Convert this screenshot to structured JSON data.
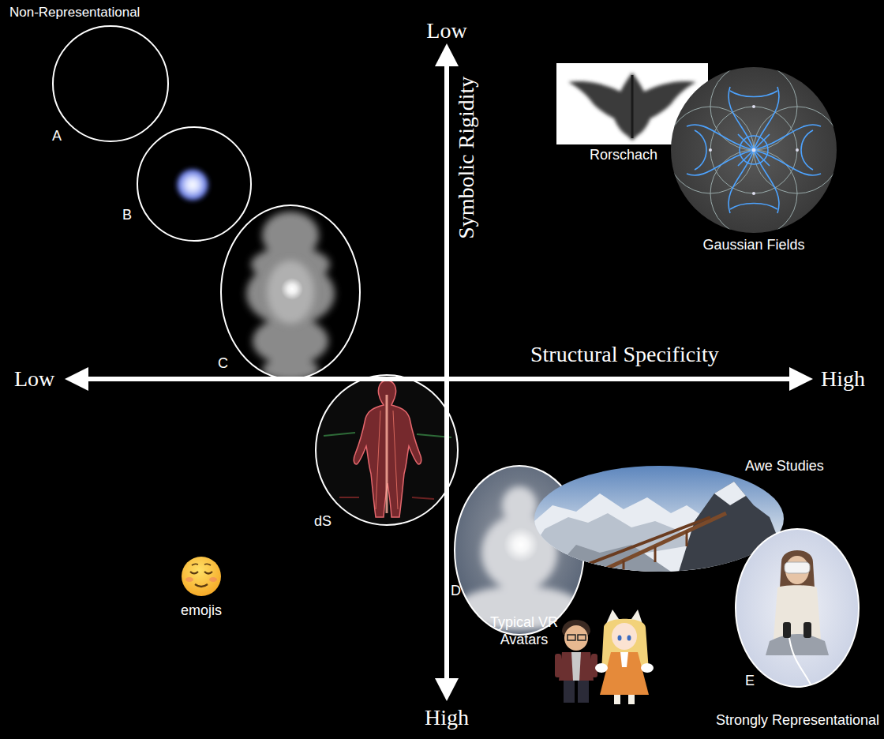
{
  "diagram": {
    "labels": [
      "Non-Representational",
      "Low",
      "Symbolic Rigidity",
      "Low",
      "Structural Specificity",
      "High",
      "High",
      "A",
      "B",
      "C",
      "dS",
      "D",
      "E",
      "Rorschach",
      "Gaussian Fields",
      "Awe Studies",
      "emojis",
      "Typical VR Avatars",
      "Strongly Representational"
    ]
  }
}
